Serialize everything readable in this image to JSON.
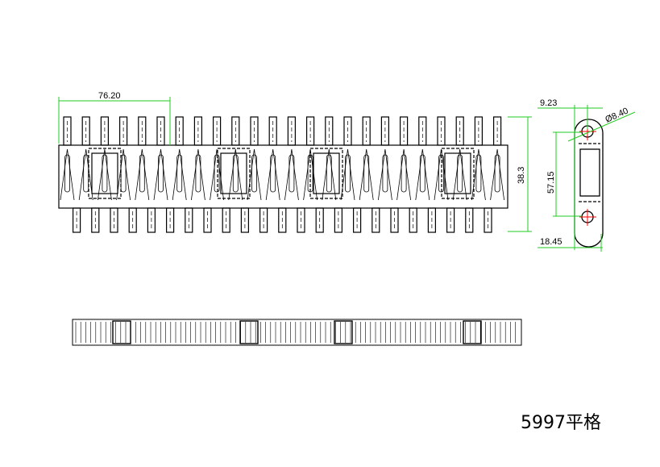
{
  "drawing": {
    "title": "5997平格",
    "colors": {
      "line": "#000000",
      "dimension": "#22cc22",
      "center": "#ff0000"
    },
    "dimensions": {
      "pitch": "76.20",
      "height": "38.3",
      "end_width_top": "9.23",
      "hole_diameter": "Ø8.40",
      "hole_spacing": "57.15",
      "end_width_bottom": "18.45"
    }
  }
}
